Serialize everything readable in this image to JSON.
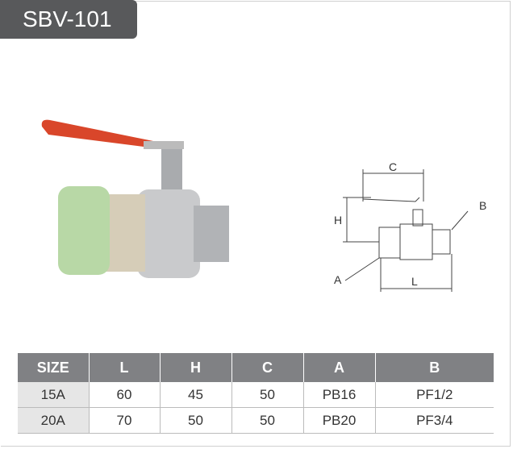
{
  "title": "SBV-101",
  "diagram": {
    "labels": {
      "c": "C",
      "h": "H",
      "a": "A",
      "b": "B",
      "l": "L"
    }
  },
  "table": {
    "headers": [
      "SIZE",
      "L",
      "H",
      "C",
      "A",
      "B"
    ],
    "rows": [
      [
        "15A",
        "60",
        "45",
        "50",
        "PB16",
        "PF1/2"
      ],
      [
        "20A",
        "70",
        "50",
        "50",
        "PB20",
        "PF3/4"
      ]
    ]
  }
}
